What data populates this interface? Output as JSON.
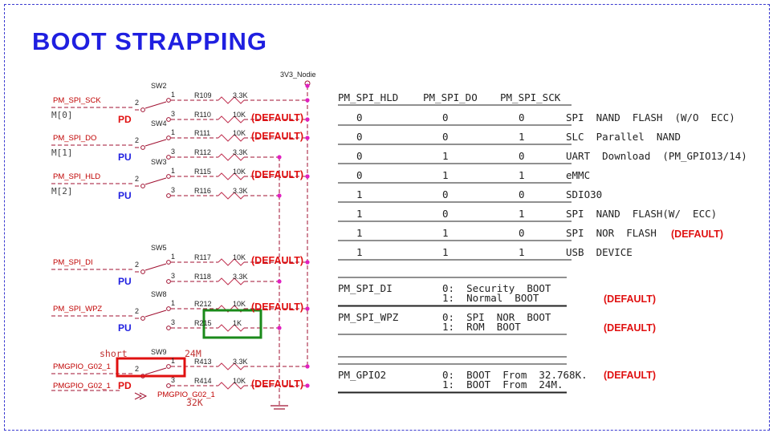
{
  "title": "BOOT STRAPPING",
  "supply_label": "3V3_Nodie",
  "default_label": "(DEFAULT)",
  "circuit": {
    "groups": [
      {
        "signal": "PM_SPI_SCK",
        "bus": "M[0]",
        "switch": "SW2",
        "pull": "PD",
        "r_top": "R109",
        "v_top": "3.3K",
        "r_bot": "R110",
        "v_bot": "10K"
      },
      {
        "signal": "PM_SPI_DO",
        "bus": "M[1]",
        "switch": "SW4",
        "pull": "PU",
        "r_top": "R111",
        "v_top": "10K",
        "r_bot": "R112",
        "v_bot": "3.3K"
      },
      {
        "signal": "PM_SPI_HLD",
        "bus": "M[2]",
        "switch": "SW3",
        "pull": "PU",
        "r_top": "R115",
        "v_top": "10K",
        "r_bot": "R116",
        "v_bot": "3.3K"
      },
      {
        "signal": "PM_SPI_DI",
        "bus": "",
        "switch": "SW5",
        "pull": "PU",
        "r_top": "R117",
        "v_top": "10K",
        "r_bot": "R118",
        "v_bot": "3.3K"
      },
      {
        "signal": "PM_SPI_WPZ",
        "bus": "",
        "switch": "SW8",
        "pull": "PU",
        "r_top": "R212",
        "v_top": "10K",
        "r_bot": "R215",
        "v_bot": "1K"
      },
      {
        "signal": "PMGPIO_G02_1",
        "bus": "",
        "switch": "SW9",
        "pull": "PD",
        "r_top": "R413",
        "v_top": "3.3K",
        "r_bot": "R414",
        "v_bot": "10K"
      }
    ],
    "pin_1": "1",
    "pin_2": "2",
    "pin_3": "3",
    "gpio_signal_2": "PMGPIO_G02_1",
    "gpio_offpage": "PMGPIO_G02_1",
    "note_short": "short",
    "note_24m": "24M",
    "note_32k": "32K"
  },
  "boot_table": {
    "headers": [
      "PM_SPI_HLD",
      "PM_SPI_DO",
      "PM_SPI_SCK"
    ],
    "rows": [
      {
        "hld": "0",
        "do": "0",
        "sck": "0",
        "mode": "SPI  NAND  FLASH  (W/O  ECC)",
        "default": false
      },
      {
        "hld": "0",
        "do": "0",
        "sck": "1",
        "mode": "SLC  Parallel  NAND",
        "default": false
      },
      {
        "hld": "0",
        "do": "1",
        "sck": "0",
        "mode": "UART  Download  (PM_GPIO13/14)",
        "default": false
      },
      {
        "hld": "0",
        "do": "1",
        "sck": "1",
        "mode": "eMMC",
        "default": false
      },
      {
        "hld": "1",
        "do": "0",
        "sck": "0",
        "mode": "SDIO30",
        "default": false
      },
      {
        "hld": "1",
        "do": "0",
        "sck": "1",
        "mode": "SPI  NAND  FLASH(W/  ECC)",
        "default": false
      },
      {
        "hld": "1",
        "do": "1",
        "sck": "0",
        "mode": "SPI  NOR  FLASH",
        "default": true
      },
      {
        "hld": "1",
        "do": "1",
        "sck": "1",
        "mode": "USB  DEVICE",
        "default": false
      }
    ]
  },
  "option_tables": [
    {
      "name": "PM_SPI_DI",
      "line0": "0:  Security  BOOT",
      "line1": "1:  Normal  BOOT"
    },
    {
      "name": "PM_SPI_WPZ",
      "line0": "0:  SPI  NOR  BOOT",
      "line1": "1:  ROM  BOOT"
    },
    {
      "name": "PM_GPIO2",
      "line0": "0:  BOOT  From  32.768K.",
      "line1": "1:  BOOT  From  24M."
    }
  ],
  "colors": {
    "title": "#1f1fe0",
    "wire": "#a01030",
    "default": "#e01010",
    "highlight_red": "#e01010",
    "highlight_green": "#1a8a1a"
  }
}
